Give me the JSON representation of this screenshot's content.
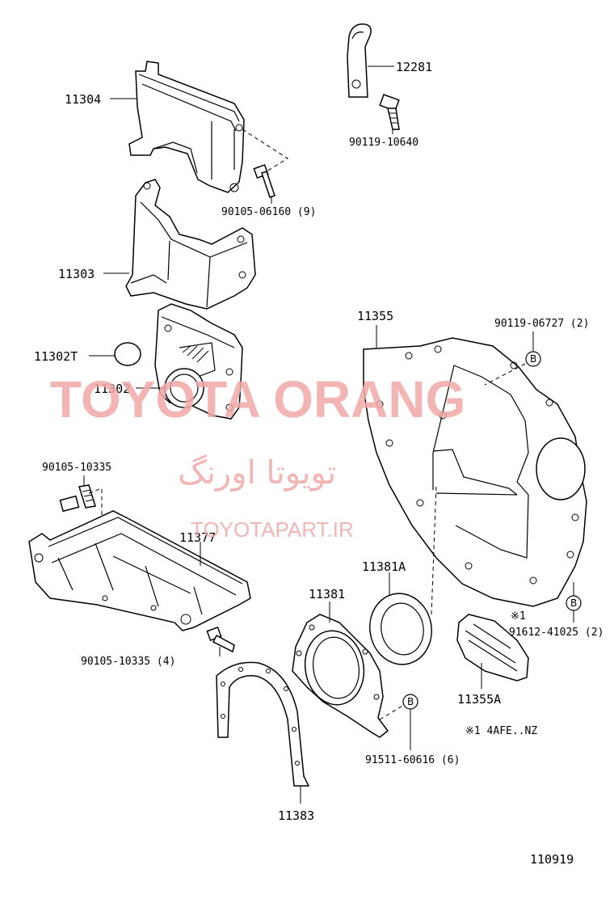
{
  "labels": {
    "p12281": "12281",
    "p90119_10640": "90119-10640",
    "p11304": "11304",
    "p90105_06160": "90105-06160 (9)",
    "p11303": "11303",
    "p11355": "11355",
    "p90119_06727": "90119-06727 (2)",
    "p11302T": "11302T",
    "p11302": "11302",
    "p90105_10335a": "90105-10335",
    "p11377": "11377",
    "p11381A": "11381A",
    "p11381": "11381",
    "mark1": "※1",
    "p91612_41025": "91612-41025 (2)",
    "p90105_10335b": "90105-10335 (4)",
    "p11355A": "11355A",
    "note1": "※1  4AFE..NZ",
    "p91511_60616": "91511-60616 (6)",
    "p11383": "11383",
    "figure_no": "110919"
  },
  "callouts": {
    "b1": "B",
    "b2": "B",
    "b3": "B"
  },
  "watermark": {
    "line1": "TOYOTA ORANG",
    "line2": "تویوتا اورنگ",
    "line3": "TOYOTAPART.IR",
    "color": "#f2a8a8"
  }
}
